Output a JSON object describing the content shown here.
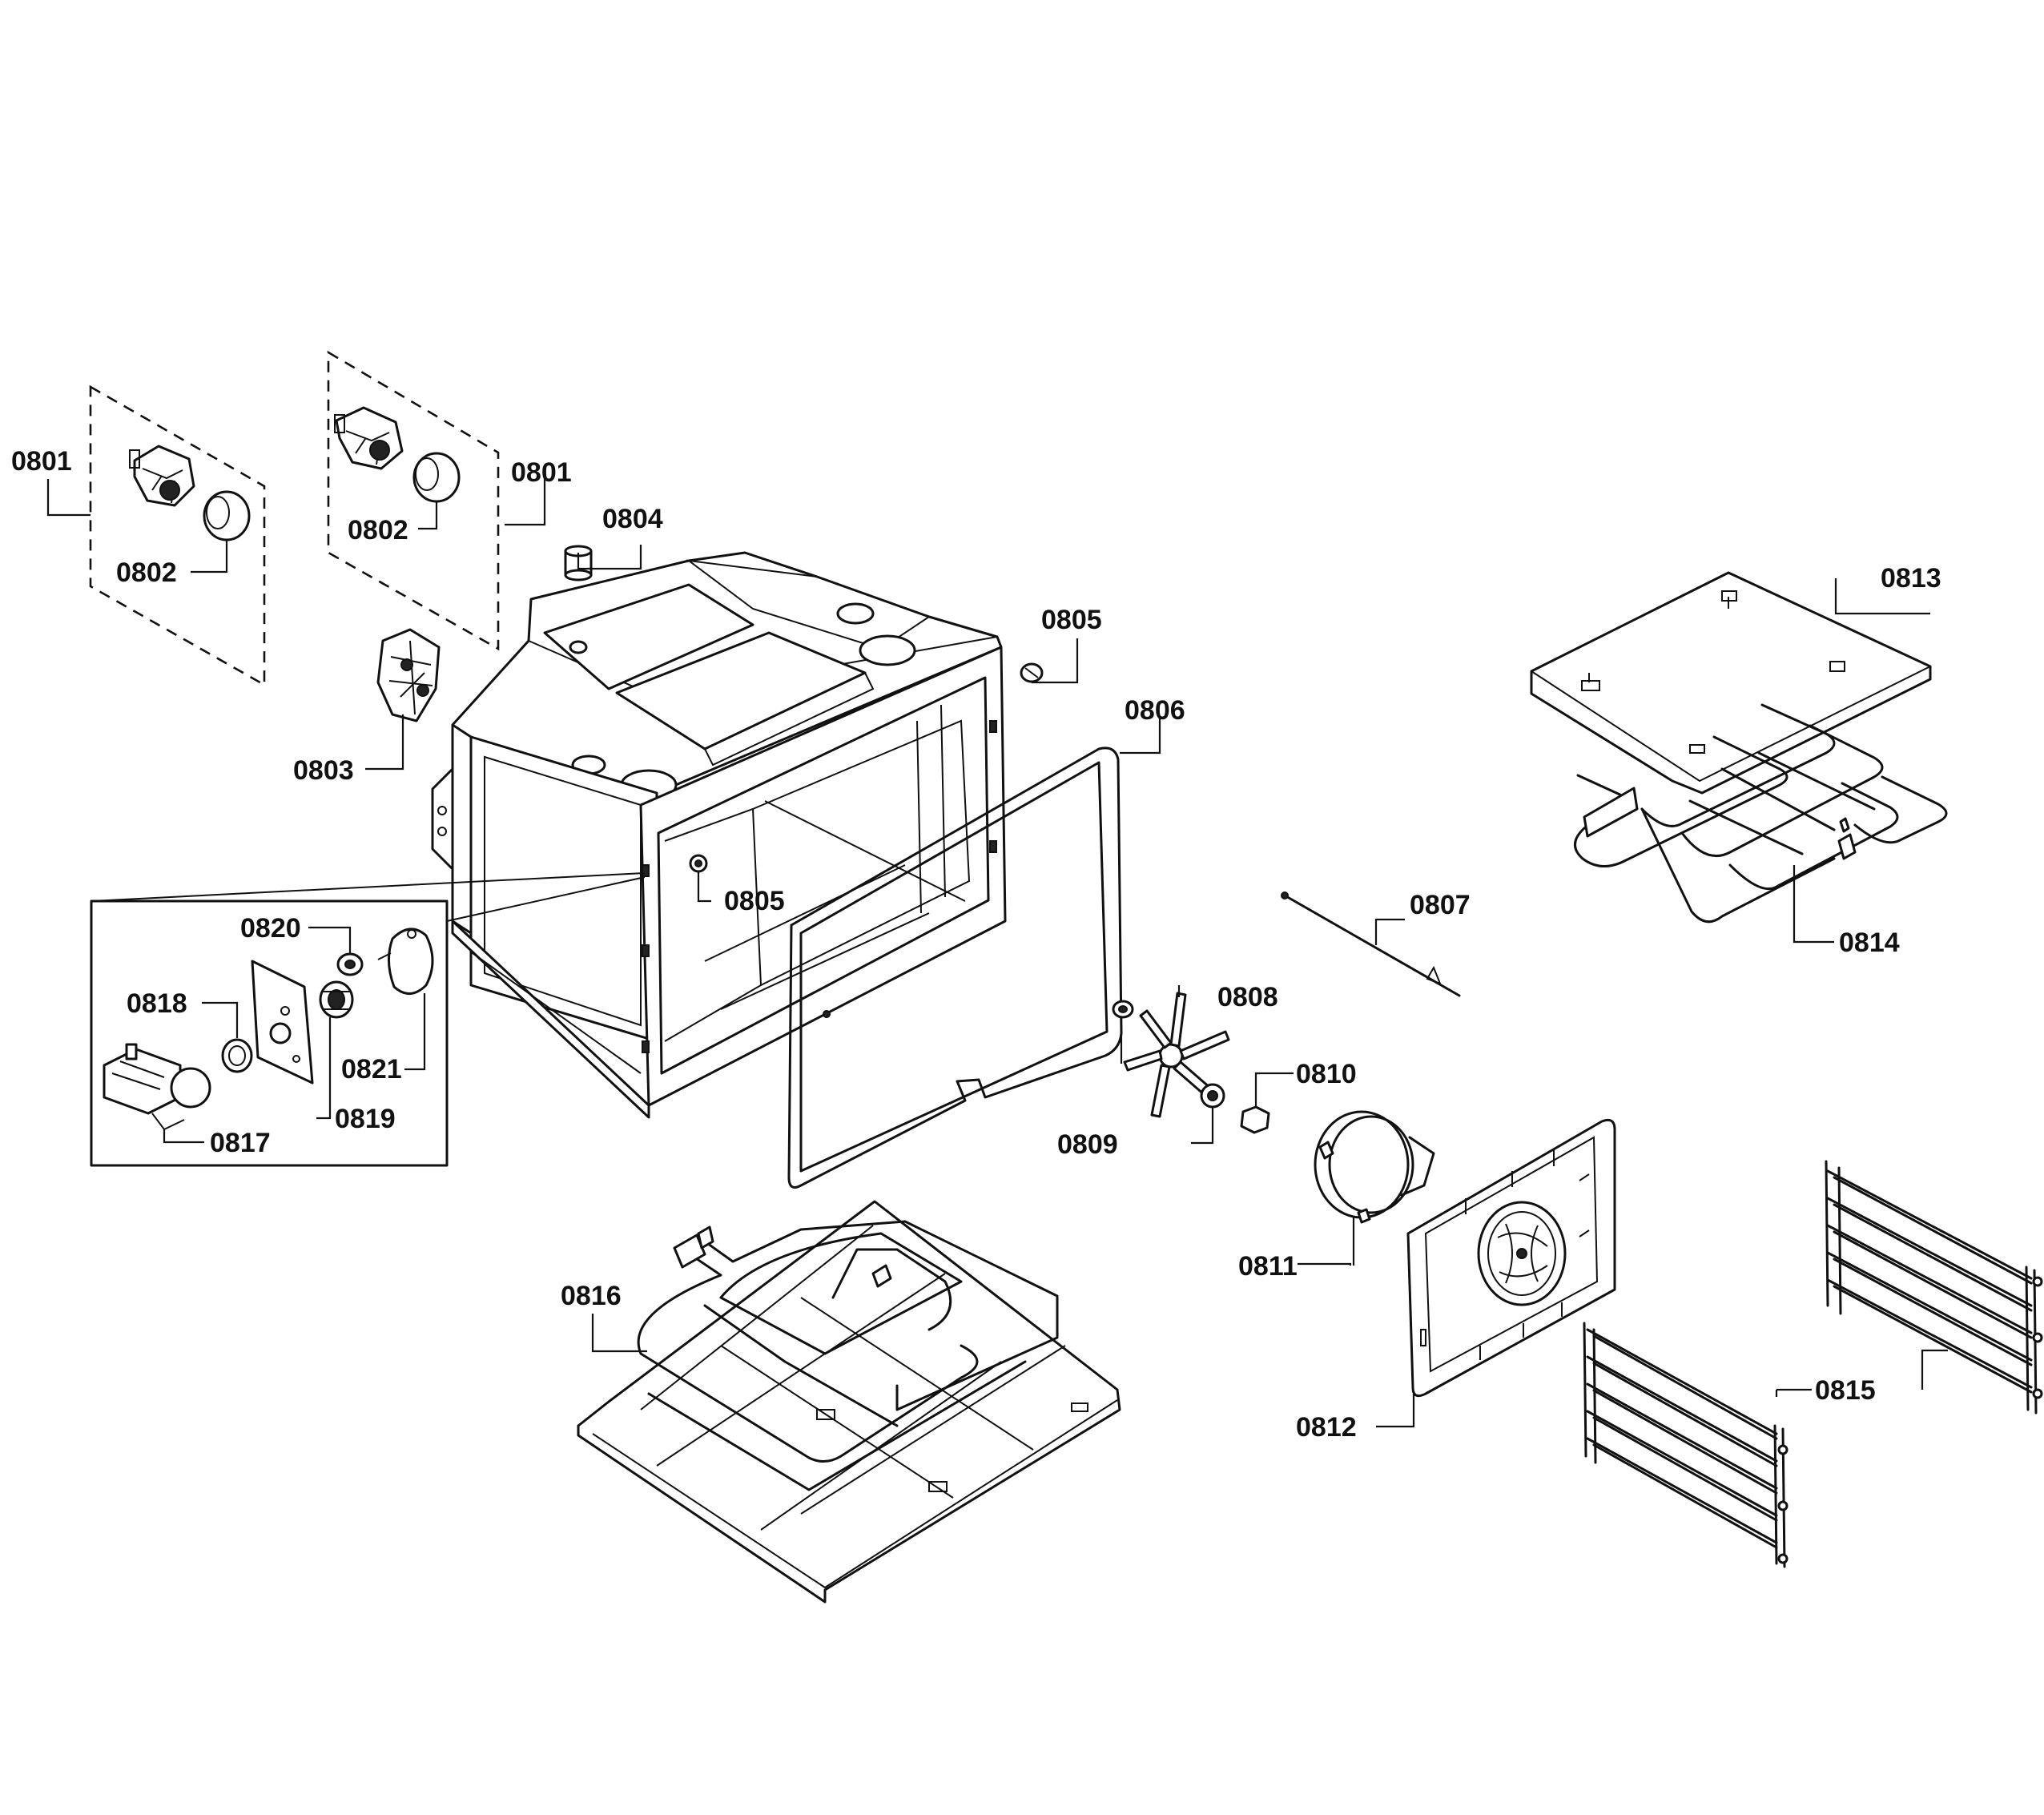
{
  "callouts": {
    "c0801a": "0801",
    "c0801b": "0801",
    "c0802a": "0802",
    "c0802b": "0802",
    "c0803": "0803",
    "c0804": "0804",
    "c0805a": "0805",
    "c0805b": "0805",
    "c0806": "0806",
    "c0807": "0807",
    "c0808": "0808",
    "c0809": "0809",
    "c0810": "0810",
    "c0811": "0811",
    "c0812": "0812",
    "c0813": "0813",
    "c0814": "0814",
    "c0815": "0815",
    "c0816": "0816",
    "c0817": "0817",
    "c0818": "0818",
    "c0819": "0819",
    "c0820": "0820",
    "c0821": "0821"
  }
}
